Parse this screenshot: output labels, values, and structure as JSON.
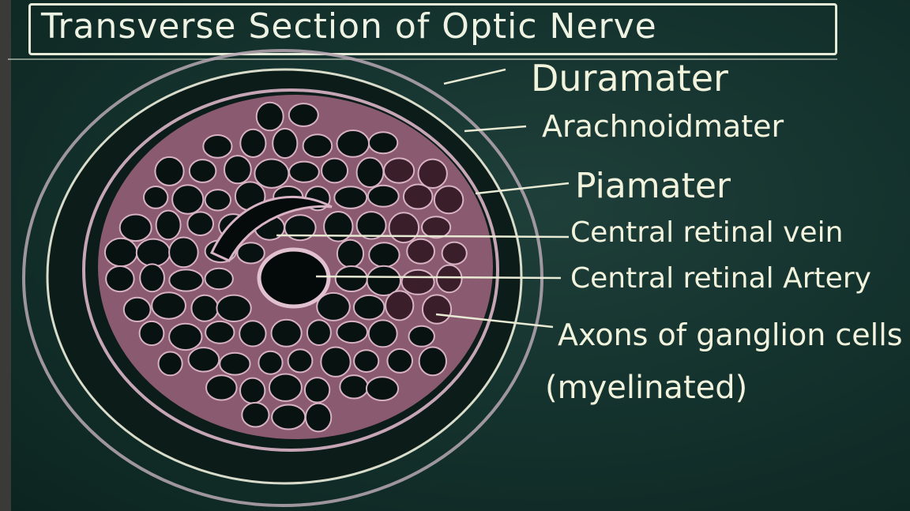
{
  "title": "Transverse Section of Optic Nerve",
  "labels": {
    "dura": "Duramater",
    "arachnoid": "Arachnoidmater",
    "pia": "Piamater",
    "vein": "Central retinal vein",
    "artery": "Central retinal Artery",
    "axons": "Axons of ganglion cells",
    "myelinated": "(myelinated)"
  },
  "colors": {
    "board": "#15332e",
    "chalk": "#f2f3dc",
    "pink_chalk": "#c89aa6",
    "dark_fill": "#07100f"
  }
}
